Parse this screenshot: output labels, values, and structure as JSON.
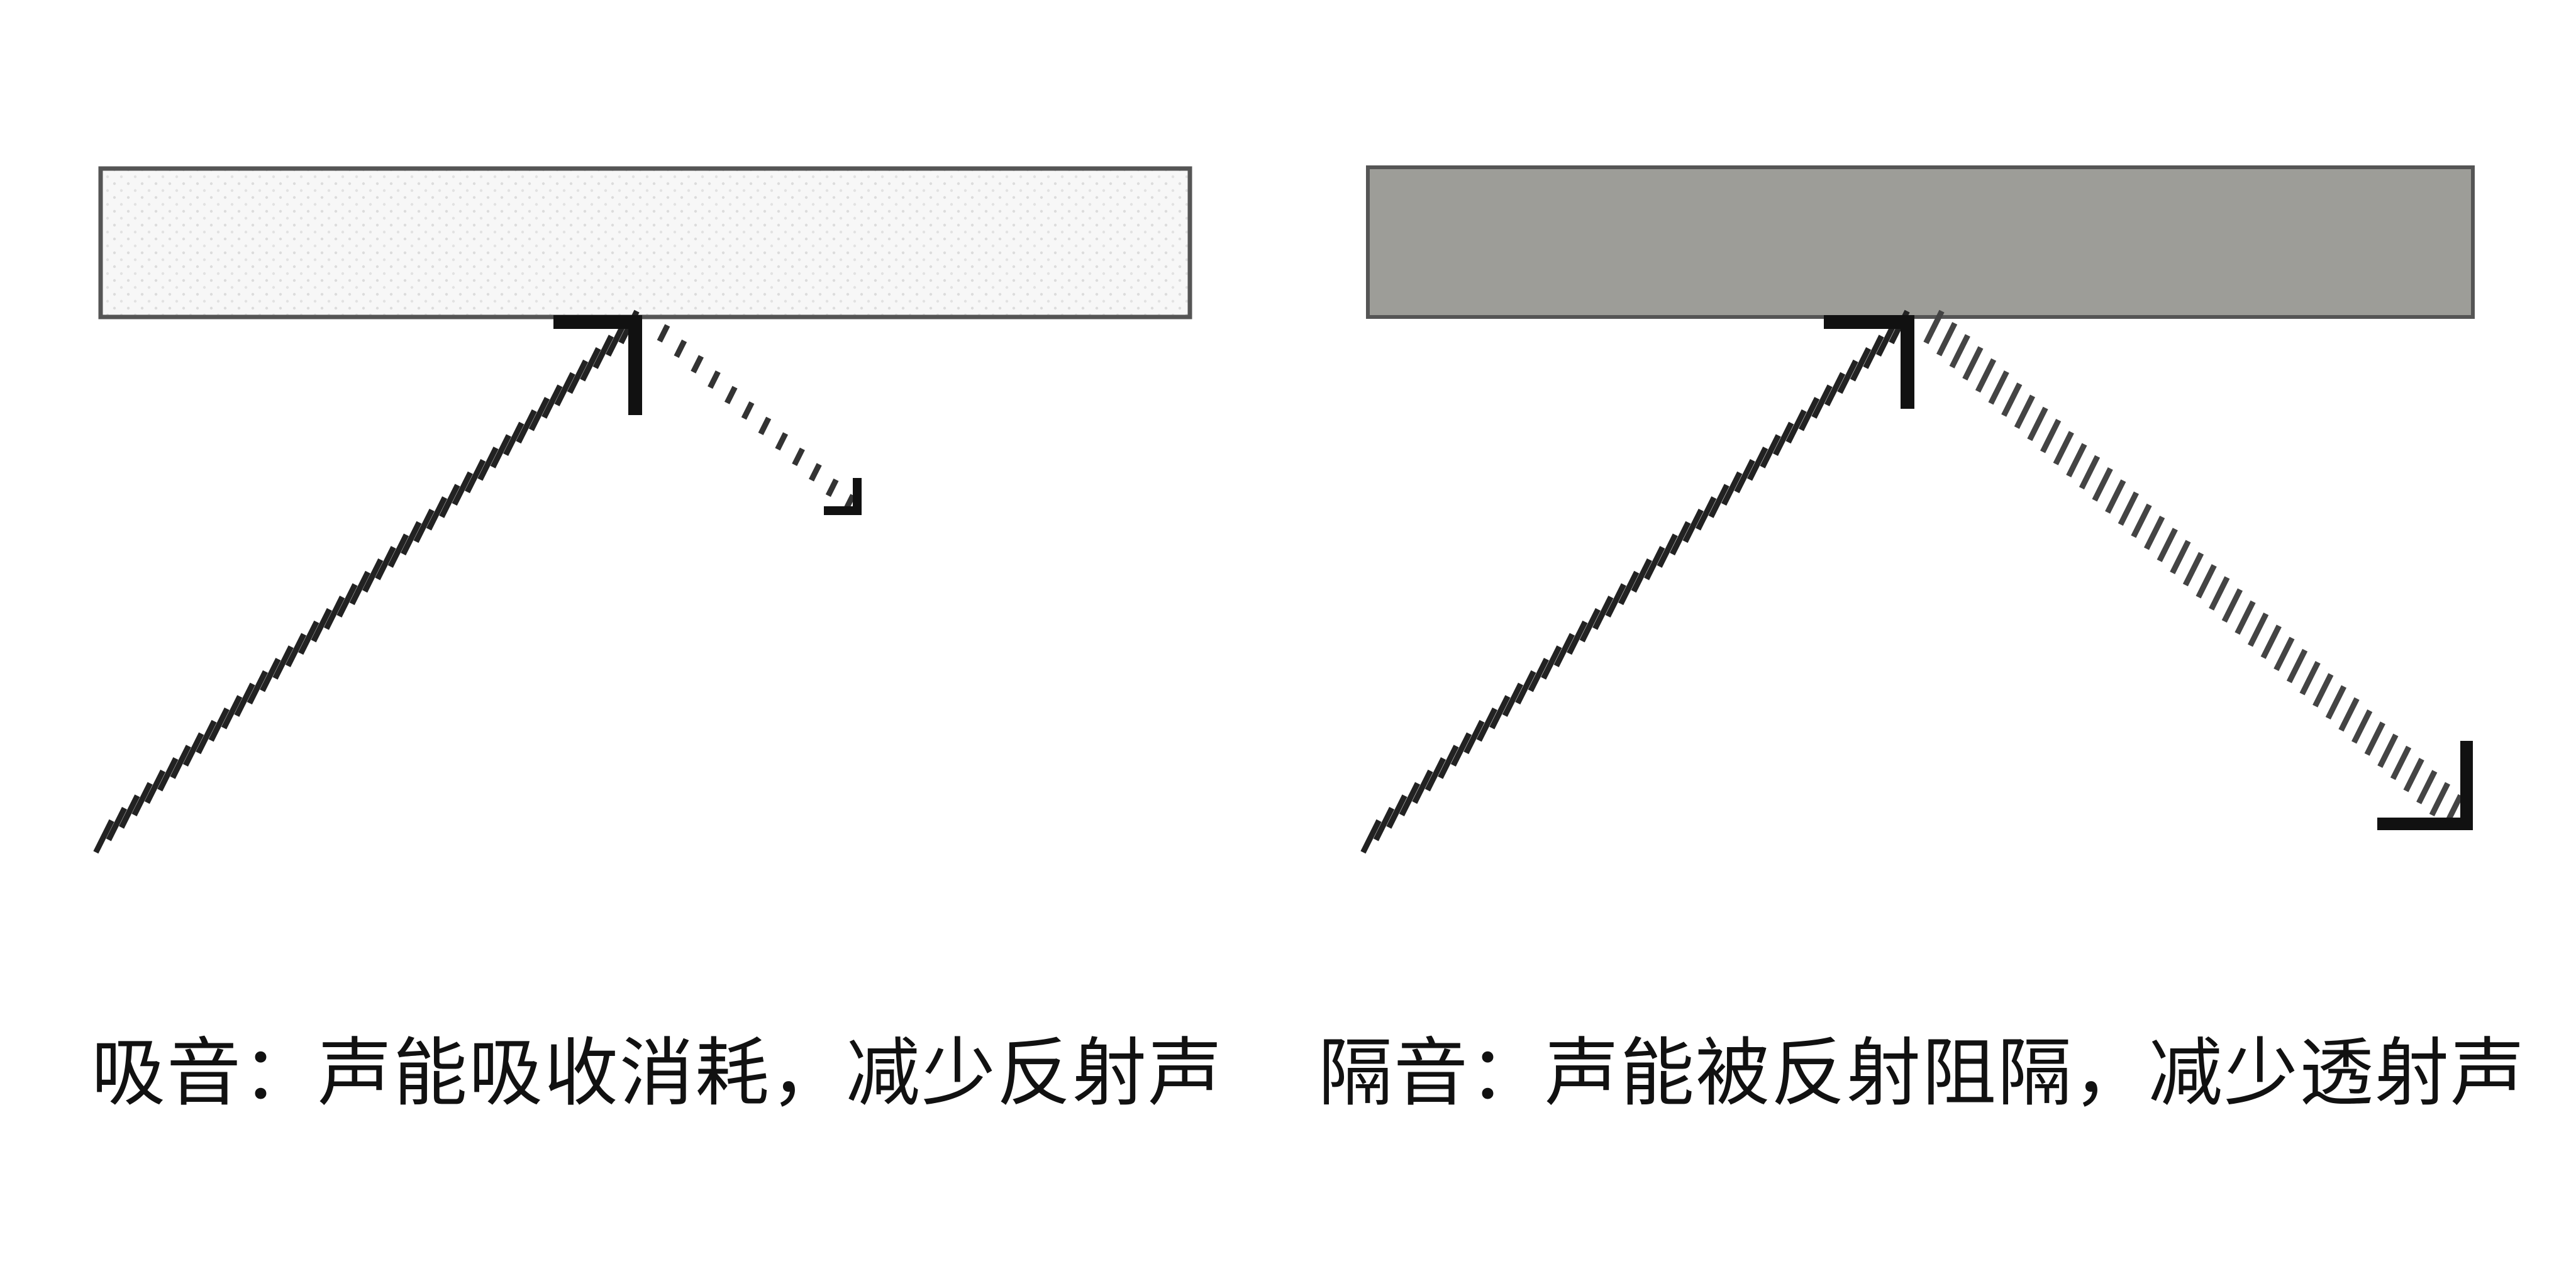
{
  "panels": [
    {
      "id": "absorption",
      "caption": "吸音：声能吸收消耗，减少反射声",
      "material_color": "#f7f7f7",
      "reflected_style": "dotted-weak"
    },
    {
      "id": "insulation",
      "caption": "隔音：声能被反射阻隔，减少透射声",
      "material_color": "#9d9d98",
      "reflected_style": "hatched-strong"
    }
  ],
  "colors": {
    "ink": "#111111",
    "outline": "#555555"
  }
}
